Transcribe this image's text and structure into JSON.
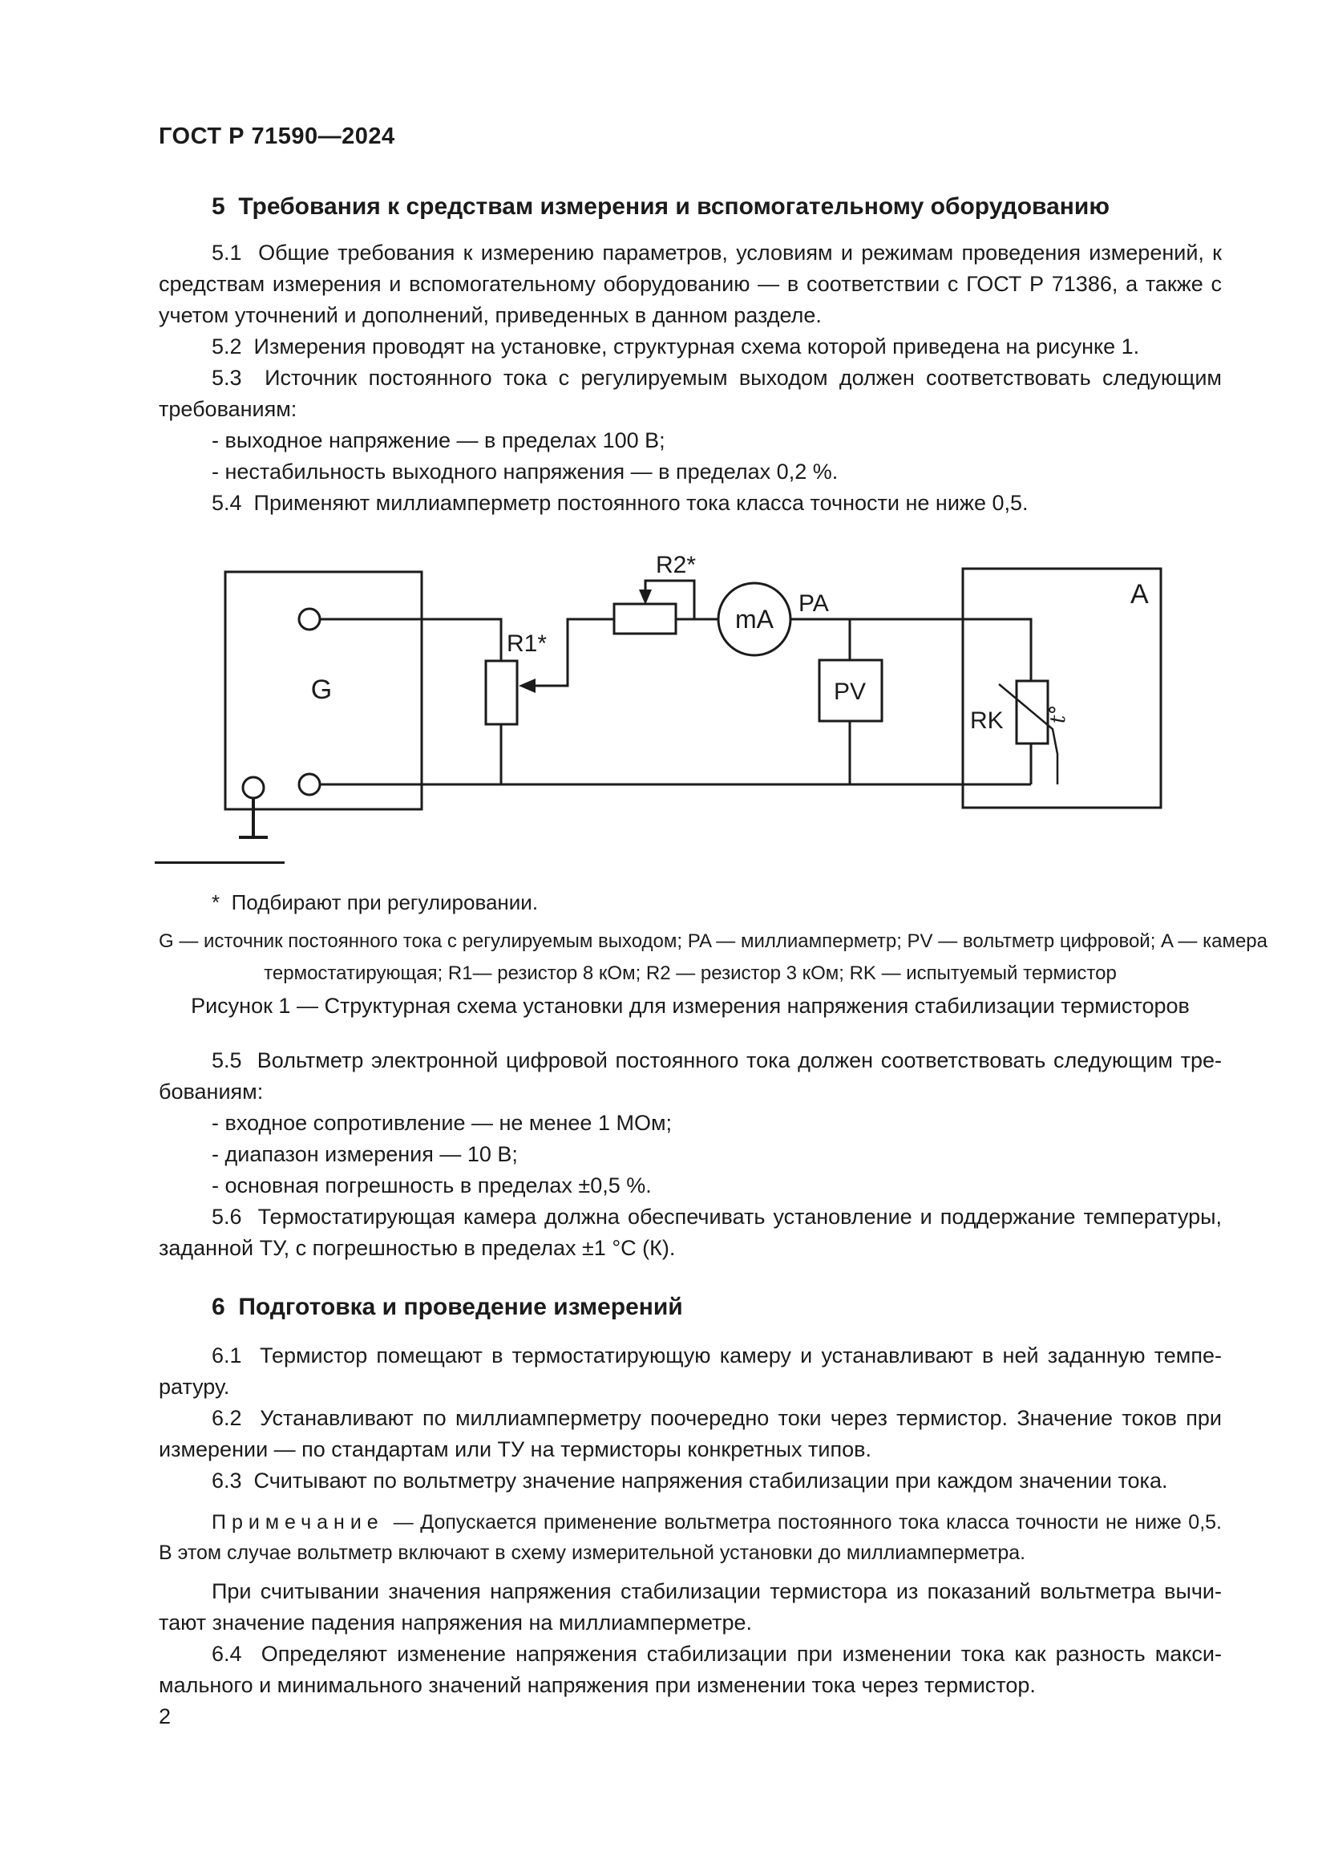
{
  "page": {
    "header": "ГОСТ Р 71590—2024",
    "number": "2"
  },
  "s5": {
    "heading": "5  Требования к средствам измерения и вспомогательному оборудованию",
    "p1": {
      "l1": "5.1  Общие требования к измерению параметров, условиям и режимам проведения измерений, к",
      "l2": "средствам измерения и вспомогательному оборудованию — в соответствии с ГОСТ Р 71386, а также с",
      "l3": "учетом уточнений и дополнений, приведенных в данном разделе."
    },
    "p2": "5.2  Измерения проводят на установке, структурная схема которой приведена на рисунке 1.",
    "p3": {
      "l1": "5.3  Источник постоянного тока с регулируемым выходом должен соответствовать следующим",
      "l2": "требованиям:"
    },
    "b1": "- выходное напряжение — в пределах 100 В;",
    "b2": "- нестабильность выходного напряжения — в пределах 0,2 %.",
    "p4": "5.4  Применяют миллиамперметр постоянного тока класса точности не ниже 0,5.",
    "p5": {
      "l1": "5.5  Вольтметр электронной цифровой постоянного тока должен соответствовать следующим тре-",
      "l2": "бованиям:"
    },
    "b3": "- входное сопротивление — не менее 1 МОм;",
    "b4": "- диапазон измерения — 10 В;",
    "b5": "- основная погрешность в пределах ±0,5 %.",
    "p6": {
      "l1": "5.6  Термостатирующая камера должна обеспечивать установление и поддержание температуры,",
      "l2": "заданной ТУ, с погрешностью в пределах ±1 °С (К)."
    }
  },
  "figure": {
    "footnote": "*  Подбирают при регулировании.",
    "legend_line1": "G — источник постоянного тока с регулируемым выходом; PA — миллиамперметр; PV — вольтметр цифровой; A — камера",
    "legend_line2": "термостатирующая; R1— резистор 8 кОм; R2 — резистор 3 кОм; RK — испытуемый термистор",
    "caption": "Рисунок 1 — Структурная схема установки для измерения напряжения стабилизации термисторов",
    "labels": {
      "g": "G",
      "r1": "R1*",
      "r2": "R2*",
      "ma": "mA",
      "pa": "PA",
      "pv": "PV",
      "a": "A",
      "rk": "RK",
      "temp": "t°"
    }
  },
  "s6": {
    "heading": "6  Подготовка и проведение измерений",
    "p1": {
      "l1": "6.1  Термистор помещают в термостатирующую камеру и устанавливают в ней заданную темпе-",
      "l2": "ратуру."
    },
    "p2": {
      "l1": "6.2  Устанавливают по миллиамперметру поочередно токи через термистор. Значение токов при",
      "l2": "измерении — по стандартам или ТУ на термисторы конкретных типов."
    },
    "p3": "6.3  Считывают по вольтметру значение напряжения стабилизации при каждом значении тока.",
    "note": {
      "label": "Примечание",
      "l1": "— Допускается применение вольтметра постоянного тока класса точности не ниже 0,5.",
      "l2": "В этом случае вольтметр включают в схему измерительной установки до миллиамперметра."
    },
    "p4": {
      "l1": "При считывании значения напряжения стабилизации термистора из показаний вольтметра вычи-",
      "l2": "тают значение падения напряжения на миллиамперметре."
    },
    "p5": {
      "l1": "6.4  Определяют изменение напряжения стабилизации при изменении тока как разность макси-",
      "l2": "мального и минимального значений напряжения при изменении тока через термистор."
    }
  }
}
